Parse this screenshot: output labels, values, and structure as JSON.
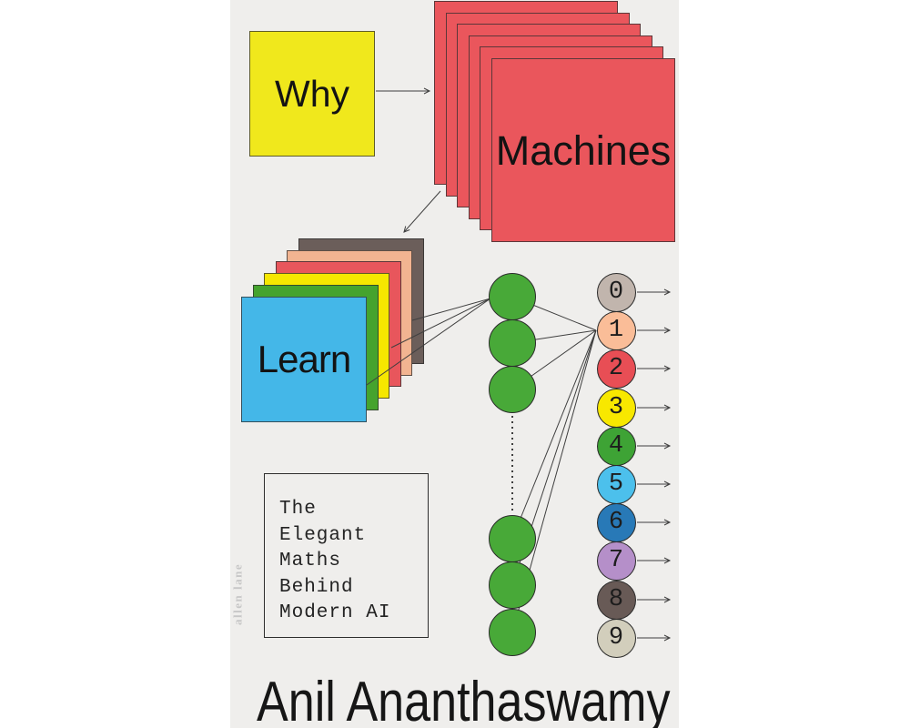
{
  "cover": {
    "background": "#efeeec",
    "page_background": "#ffffff",
    "why_label": "Why",
    "machines_label": "Machines",
    "learn_label": "Learn",
    "subtitle_lines": [
      "The",
      "Elegant",
      "Maths",
      "Behind",
      "Modern AI"
    ],
    "publisher_logo": "allen lane",
    "author": "Anil Ananthaswamy",
    "colors": {
      "why_square": "#f0e81c",
      "machines_square": "#ea565c",
      "learn_stack": [
        "#6b5e5a",
        "#f2b491",
        "#e8565c",
        "#f6e700",
        "#45a32e",
        "#44b7e8"
      ],
      "hidden_node": "#48a938",
      "line": "#3f3f3f"
    },
    "output_digits": [
      {
        "label": "0",
        "color": "#c1b5ad"
      },
      {
        "label": "1",
        "color": "#fabd98"
      },
      {
        "label": "2",
        "color": "#e84e55"
      },
      {
        "label": "3",
        "color": "#f8e800"
      },
      {
        "label": "4",
        "color": "#3ea335"
      },
      {
        "label": "5",
        "color": "#4cc0ec"
      },
      {
        "label": "6",
        "color": "#2879b7"
      },
      {
        "label": "7",
        "color": "#b58fc9"
      },
      {
        "label": "8",
        "color": "#685a56"
      },
      {
        "label": "9",
        "color": "#d2cebc"
      }
    ]
  }
}
